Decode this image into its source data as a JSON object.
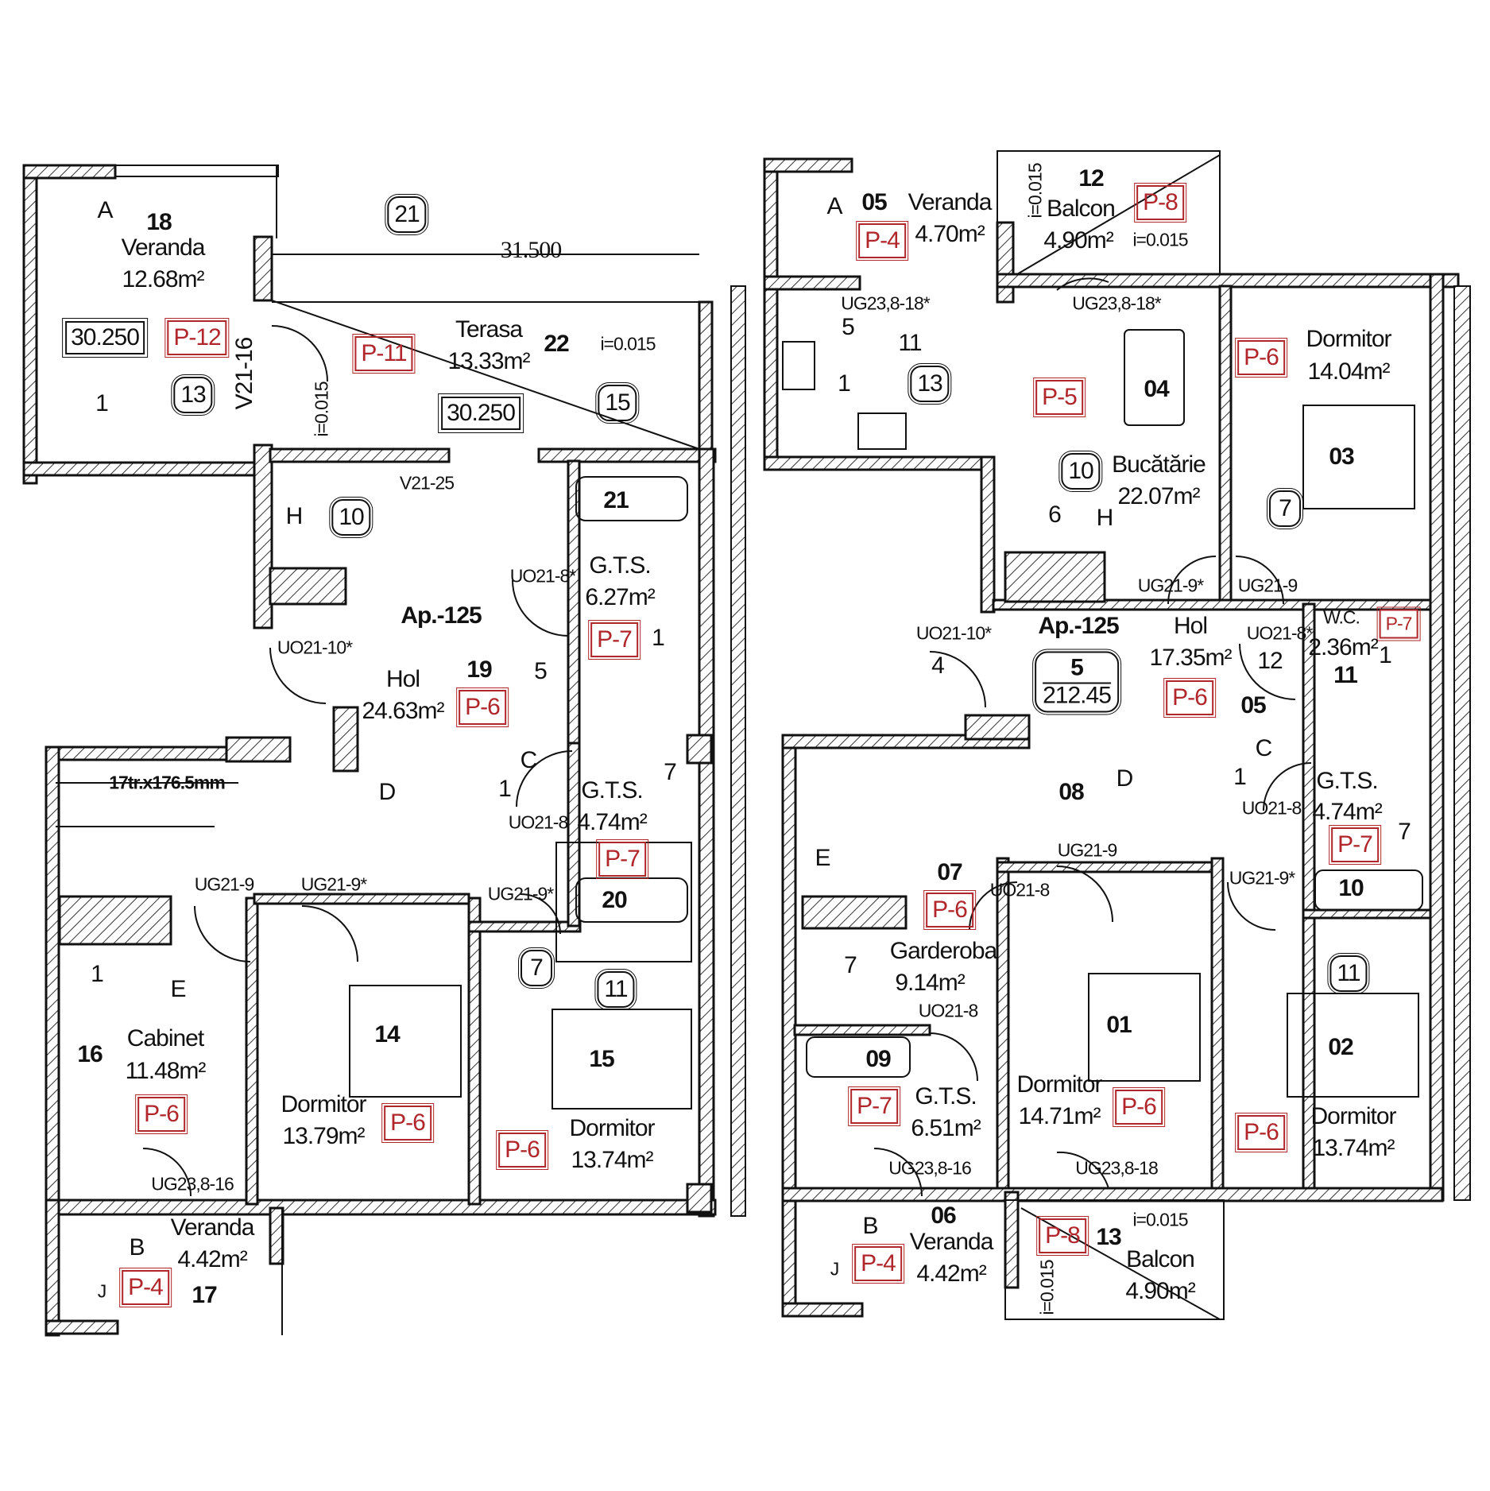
{
  "colors": {
    "wall": "#111111",
    "tag_red": "#b0262a",
    "hatch": "#333333"
  },
  "left_plan": {
    "labels": [
      "18",
      "Veranda",
      "12.68m²",
      "A",
      "30.250",
      "P-12",
      "13",
      "1",
      "V21-16",
      "21",
      "31.500",
      "P-11",
      "Terasa",
      "13.33m²",
      "22",
      "i=0.015",
      "i=0.015",
      "30.250",
      "15",
      "V21-25",
      "10",
      "H",
      "21",
      "G.T.S.",
      "6.27m²",
      "UO21-8*",
      "P-7",
      "1",
      "Ap.-125",
      "UO21-10*",
      "Hol",
      "24.63m²",
      "19",
      "P-6",
      "5",
      "C",
      "1",
      "D",
      "7",
      "G.T.S.",
      "UO21-8",
      "4.74m²",
      "P-7",
      "17tr.x176.5mm",
      "UG21-9",
      "UG21-9*",
      "UG21-9*",
      "20",
      "7",
      "11",
      "E",
      "1",
      "16",
      "Cabinet",
      "11.48m²",
      "P-6",
      "14",
      "Dormitor",
      "13.79m²",
      "P-6",
      "15",
      "P-6",
      "Dormitor",
      "13.74m²",
      "UG23,8-16",
      "Veranda",
      "4.42m²",
      "B",
      "J",
      "P-4",
      "17"
    ]
  },
  "right_plan": {
    "labels": [
      "A",
      "05",
      "Veranda",
      "P-4",
      "4.70m²",
      "12",
      "i=0.015",
      "Balcon",
      "P-8",
      "4.90m²",
      "i=0.015",
      "UG23,8-18*",
      "UG23,8-18*",
      "5",
      "11",
      "1",
      "13",
      "P-5",
      "04",
      "P-6",
      "Dormitor",
      "14.04m²",
      "03",
      "10",
      "Bucătărie",
      "22.07m²",
      "7",
      "6",
      "H",
      "UG21-9*",
      "UG21-9",
      "UO21-10*",
      "Ap.-125",
      "Hol",
      "17.35m²",
      "UO21-8*",
      "W.C.",
      "P-7",
      "2.36m²",
      "1",
      "12",
      "11",
      "P-6",
      "05",
      "4",
      "C",
      "08",
      "D",
      "1",
      "G.T.S.",
      "UO21-8",
      "4.74m²",
      "7",
      "P-7",
      "UG21-9",
      "E",
      "07",
      "UO21-8",
      "P-6",
      "UG21-9*",
      "10",
      "7",
      "Garderoba",
      "9.14m²",
      "UO21-8",
      "11",
      "01",
      "02",
      "09",
      "G.T.S.",
      "P-7",
      "6.51m²",
      "Dormitor",
      "14.71m²",
      "P-6",
      "P-6",
      "Dormitor",
      "13.74m²",
      "UG23,8-16",
      "UG23,8-18",
      "06",
      "B",
      "Veranda",
      "P-4",
      "J",
      "4.42m²",
      "P-8",
      "13",
      "i=0.015",
      "Balcon",
      "4.90m²",
      "i=0.015"
    ],
    "apartment_badge": {
      "number": "5",
      "area": "212.45"
    }
  }
}
